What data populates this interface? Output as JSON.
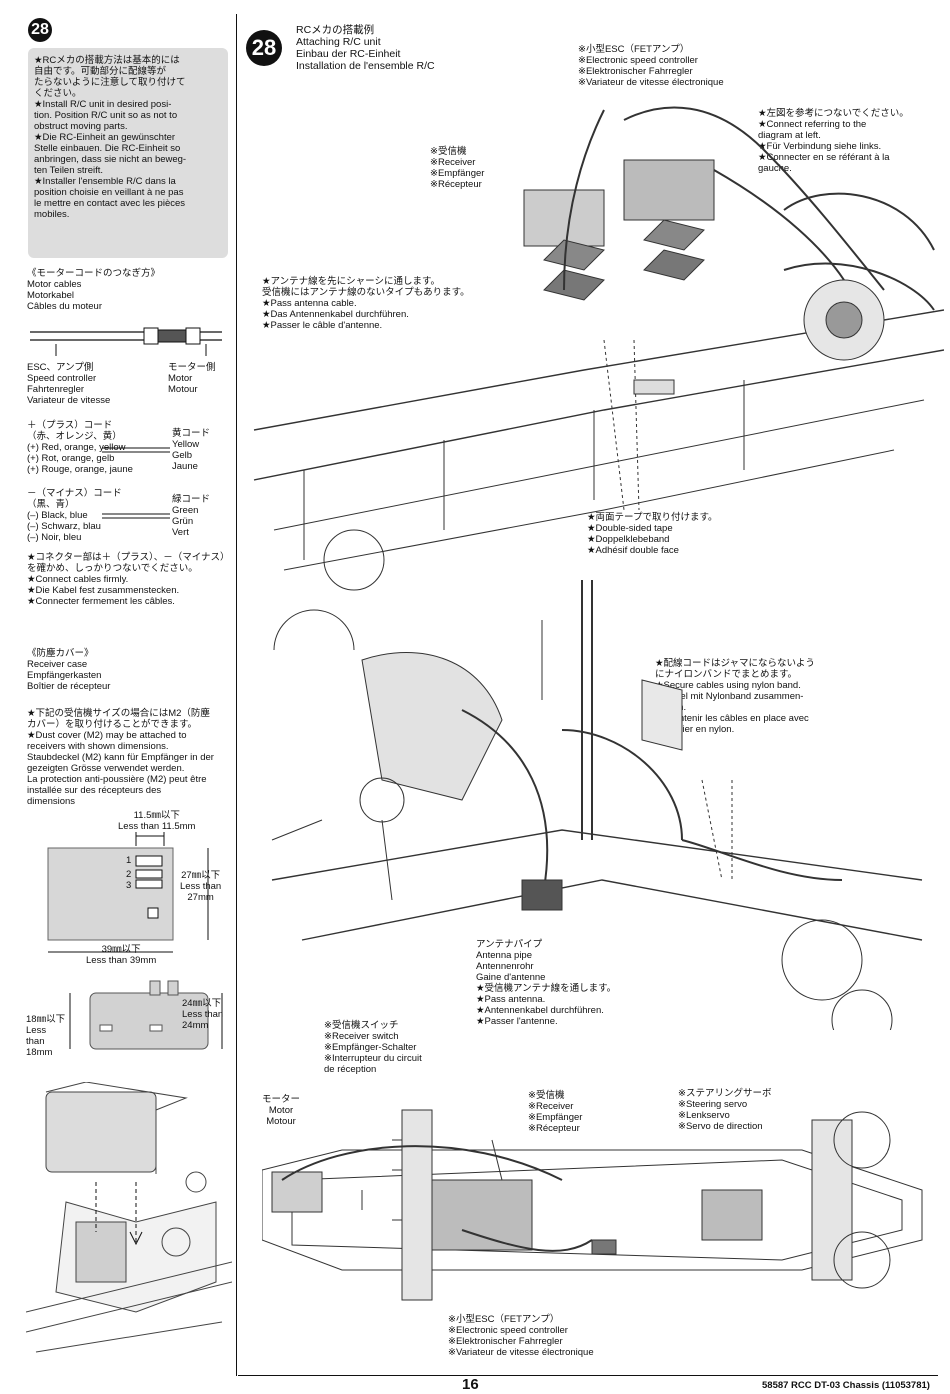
{
  "left": {
    "step_number": "28",
    "note_lines": [
      "★RCメカの搭載方法は基本的には",
      "自由です。可動部分に配線等が",
      "たらないように注意して取り付けて",
      "ください。",
      "★Install R/C unit in desired posi-",
      "tion. Position R/C unit so as not to",
      "obstruct moving parts.",
      "★Die RC-Einheit an gewünschter",
      "Stelle einbauen. Die RC-Einheit so",
      "anbringen, dass sie nicht an beweg-",
      "ten Teilen streift.",
      "★Installer l'ensemble R/C dans la",
      "position choisie en veillant à ne pas",
      "le mettre en contact avec les pièces",
      "mobiles."
    ],
    "motor_title": [
      "《モーターコードのつなぎ方》",
      "Motor cables",
      "Motorkabel",
      "Câbles du moteur"
    ],
    "esc_label": [
      "ESC、アンプ側",
      "Speed controller",
      "Fahrtenregler",
      "Variateur de vitesse"
    ],
    "motor_label": [
      "モーター側",
      "Motor",
      "Motour"
    ],
    "plus_cord": [
      "＋（プラス）コード",
      "（赤、オレンジ、黄）",
      "(+) Red, orange, yellow",
      "(+) Rot, orange, gelb",
      "(+) Rouge, orange, jaune"
    ],
    "yellow_label": [
      "黄コード",
      "Yellow",
      "Gelb",
      "Jaune"
    ],
    "minus_cord": [
      "－（マイナス）コード",
      "（黒、青）",
      "(–) Black, blue",
      "(–) Schwarz, blau",
      "(–) Noir, bleu"
    ],
    "green_label": [
      "緑コード",
      "Green",
      "Grün",
      "Vert"
    ],
    "connector_note": [
      "★コネクター部は＋（プラス）、－（マイナス）",
      "を確かめ、しっかりつないでください。",
      "★Connect cables firmly.",
      "★Die Kabel fest zusammenstecken.",
      "★Connecter fermement les câbles."
    ],
    "receiver_title": [
      "《防塵カバー》",
      "Receiver case",
      "Empfängerkasten",
      "Boîtier de récepteur"
    ],
    "receiver_note": [
      "★下記の受信機サイズの場合にはM2（防塵",
      "カバー）を取り付けることができます。",
      "★Dust cover (M2) may be attached to",
      "receivers with shown dimensions.",
      "Staubdeckel (M2) kann für Empfänger in der",
      "gezeigten Grösse verwendet werden.",
      "La protection anti-poussière (M2) peut être",
      "installée   sur   des   récepteurs   des",
      "dimensions"
    ],
    "dim_top": [
      "11.5㎜以下",
      "Less than 11.5mm"
    ],
    "dim_right": [
      "27㎜以下",
      "Less than",
      "27mm"
    ],
    "dim_bottom": [
      "39㎜以下",
      "Less than 39mm"
    ],
    "dim_left": [
      "18㎜以下",
      "Less",
      "than",
      "18mm"
    ],
    "dim_right2": [
      "24㎜以下",
      "Less than",
      "24mm"
    ],
    "slot_numbers": [
      "1",
      "2",
      "3"
    ]
  },
  "right": {
    "step_number": "28",
    "title": [
      "RCメカの搭載例",
      "Attaching R/C unit",
      "Einbau der RC-Einheit",
      "Installation de l'ensemble R/C"
    ],
    "esc_top": [
      "※小型ESC（FETアンプ）",
      "※Electronic speed controller",
      "※Elektronischer Fahrregler",
      "※Variateur de vitesse électronique"
    ],
    "refer_note": [
      "★左図を参考につないでください。",
      "★Connect referring to the",
      "diagram at left.",
      "★Für Verbindung siehe links.",
      "★Connecter en se référant à la",
      "gauche."
    ],
    "receiver_label": [
      "※受信機",
      "※Receiver",
      "※Empfänger",
      "※Récepteur"
    ],
    "antenna_note": [
      "★アンテナ線を先にシャーシに通します。",
      "受信機にはアンテナ線のないタイプもあります。",
      "★Pass antenna cable.",
      "★Das Antennenkabel durchführen.",
      "★Passer le câble d'antenne."
    ],
    "tape_note": [
      "★両面テープで取り付けます。",
      "★Double-sided tape",
      "★Doppelklebeband",
      "★Adhésif double face"
    ],
    "cable_note": [
      "★配線コードはジャマにならないよう",
      "にナイロンバンドでまとめます。",
      "★Secure cables using nylon band.",
      "★Kabel mit Nylonband zusammen-",
      "binden.",
      "★Maintenir les câbles en place avec",
      "un collier en nylon."
    ],
    "antenna_pipe": [
      "アンテナパイプ",
      "Antenna pipe",
      "Antennenrohr",
      "Gaine d'antenne",
      "★受信機アンテナ線を通します。",
      "★Pass antenna.",
      "★Antennenkabel durchführen.",
      "★Passer l'antenne."
    ],
    "switch_label": [
      "※受信機スイッチ",
      "※Receiver switch",
      "※Empfänger-Schalter",
      "※Interrupteur du circuit",
      "de réception"
    ],
    "motor_label": [
      "モーター",
      "Motor",
      "Motour"
    ],
    "receiver2_label": [
      "※受信機",
      "※Receiver",
      "※Empfänger",
      "※Récepteur"
    ],
    "servo_label": [
      "※ステアリングサーボ",
      "※Steering servo",
      "※Lenkservo",
      "※Servo de direction"
    ],
    "esc_bottom": [
      "※小型ESC（FETアンプ）",
      "※Electronic speed controller",
      "※Elektronischer Fahrregler",
      "※Variateur de vitesse électronique"
    ]
  },
  "footer": {
    "page_number": "16",
    "product": "58587 RCC DT-03 Chassis (11053781)"
  }
}
